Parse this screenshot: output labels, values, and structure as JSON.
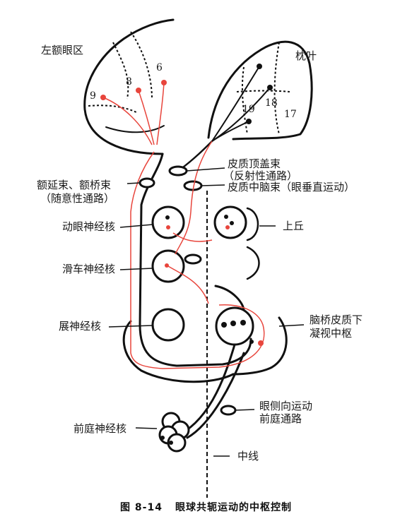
{
  "labels": {
    "frontal_eye_field": "左额眼区",
    "occipital_lobe": "枕叶",
    "cortical_tectal_tract": "皮质顶盖束",
    "reflexive_pathway": "（反射性通路）",
    "cortical_midbrain_tract": "皮质中脑束（眼垂直运动）",
    "frontal_tracts": "额延束、额桥束",
    "voluntary_pathway": "（随意性通路）",
    "oculomotor_nucleus": "动眼神经核",
    "superior_colliculus": "上丘",
    "trochlear_nucleus": "滑车神经核",
    "abducens_nucleus": "展神经核",
    "pontine_gaze_center_1": "脑桥皮质下",
    "pontine_gaze_center_2": "凝视中枢",
    "lateral_vestibular_1": "眼侧向运动",
    "lateral_vestibular_2": "前庭通路",
    "vestibular_nucleus": "前庭神经核",
    "midline": "中线"
  },
  "areas": {
    "frontal": [
      "9",
      "8",
      "6"
    ],
    "occipital": [
      "19",
      "18",
      "17"
    ]
  },
  "caption": {
    "figure_number": "图 8-14",
    "title": "眼球共轭运动的中枢控制"
  },
  "colors": {
    "line": "#111111",
    "red_pathway": "#e8453c"
  }
}
